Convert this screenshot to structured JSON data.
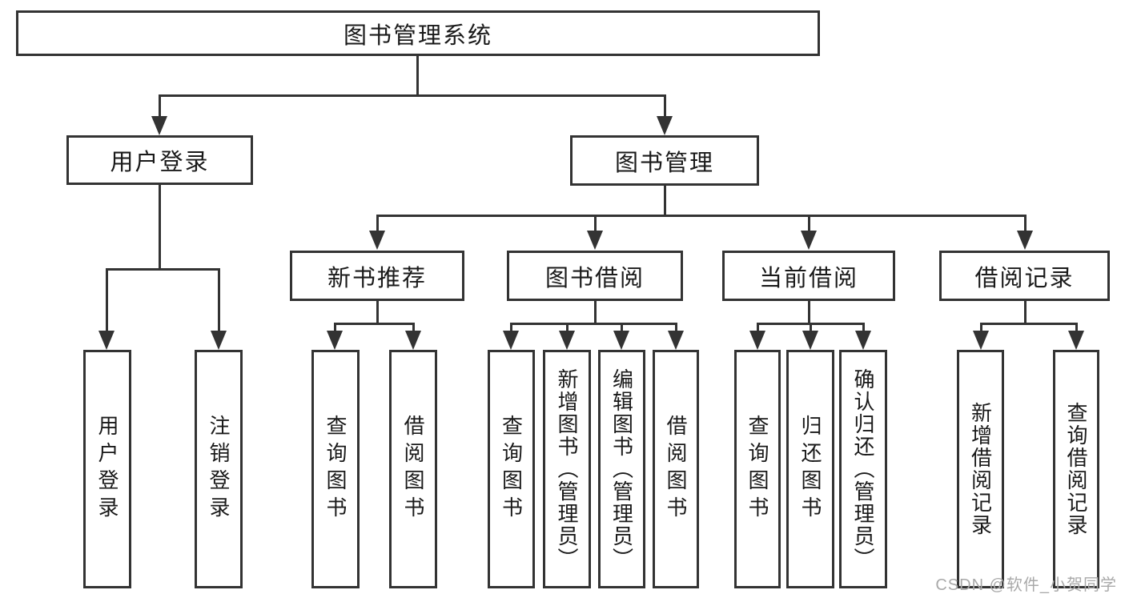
{
  "colors": {
    "line": "#333333",
    "text": "#1a1a1a",
    "watermark": "#a9a9a9",
    "background": "#ffffff"
  },
  "nodes": {
    "root": "图书管理系统",
    "user_login": "用户登录",
    "book_mgmt": "图书管理",
    "new_book_rec": "新书推荐",
    "book_borrowing": "图书借阅",
    "current_borrowing": "当前借阅",
    "borrowing_records": "借阅记录",
    "leaf_login": "用户登录",
    "leaf_logout": "注销登录",
    "leaf_rec_query_books": "查询图书",
    "leaf_rec_borrow_books": "借阅图书",
    "leaf_bor_query_books": "查询图书",
    "leaf_bor_add_books": "新增图书（管理员）",
    "leaf_bor_edit_books": "编辑图书（管理员）",
    "leaf_bor_borrow_books": "借阅图书",
    "leaf_cur_query_books": "查询图书",
    "leaf_cur_return_books": "归还图书",
    "leaf_cur_confirm_return": "确认归还（管理员）",
    "leaf_hist_add_record": "新增借阅记录",
    "leaf_hist_query_record": "查询借阅记录"
  },
  "hierarchy": {
    "图书管理系统": {
      "用户登录": [
        "用户登录",
        "注销登录"
      ],
      "图书管理": {
        "新书推荐": [
          "查询图书",
          "借阅图书"
        ],
        "图书借阅": [
          "查询图书",
          "新增图书（管理员）",
          "编辑图书（管理员）",
          "借阅图书"
        ],
        "当前借阅": [
          "查询图书",
          "归还图书",
          "确认归还（管理员）"
        ],
        "借阅记录": [
          "新增借阅记录",
          "查询借阅记录"
        ]
      }
    }
  },
  "watermark": "CSDN @软件_小贺同学"
}
